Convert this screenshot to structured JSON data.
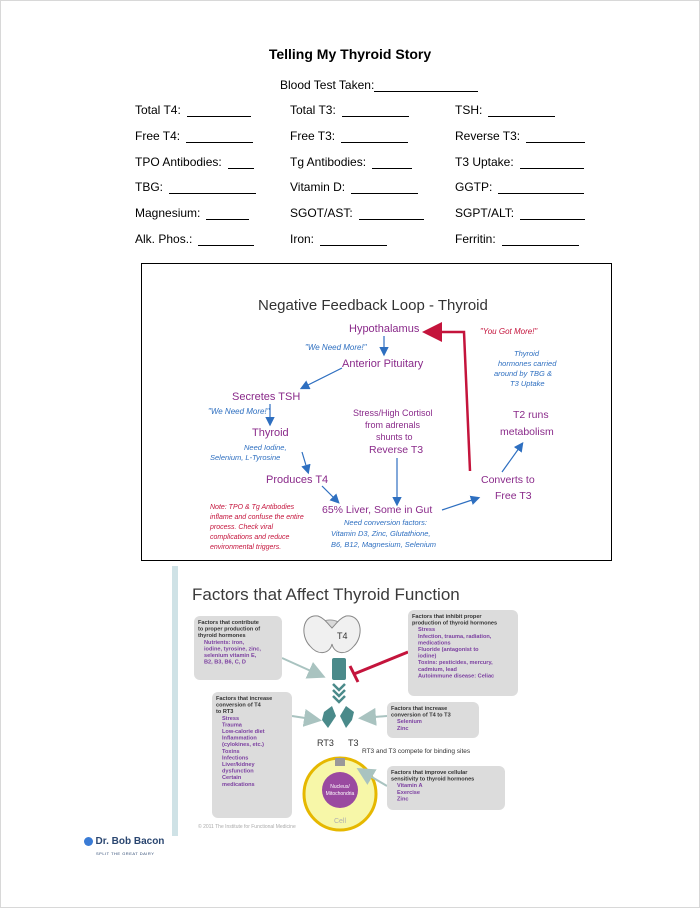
{
  "header": {
    "title": "Telling My Thyroid Story",
    "blood_test_label": "Blood Test Taken:"
  },
  "fields": [
    [
      "Total T4:",
      "Total T3:",
      "TSH:"
    ],
    [
      "Free T4:",
      "Free T3:",
      "Reverse T3:"
    ],
    [
      "TPO Antibodies:",
      "Tg Antibodies:",
      "T3 Uptake:"
    ],
    [
      "TBG:",
      "Vitamin D:",
      "GGTP:"
    ],
    [
      "Magnesium:",
      "SGOT/AST:",
      "SGPT/ALT:"
    ],
    [
      "Alk. Phos.:",
      "Iron:",
      "Ferritin:"
    ]
  ],
  "feedback": {
    "title": "Negative Feedback Loop - Thyroid",
    "hypothalamus": "Hypothalamus",
    "we_need_more_1": "\"We Need More!\"",
    "anterior_pituitary": "Anterior Pituitary",
    "secretes_tsh": "Secretes TSH",
    "we_need_more_2": "\"We Need More!\"",
    "thyroid": "Thyroid",
    "need_iodine": "Need Iodine,",
    "selenium_tyrosine": "Selenium, L-Tyrosine",
    "produces_t4": "Produces T4",
    "stress_line1": "Stress/High Cortisol",
    "stress_line2": "from adrenals",
    "stress_line3": "shunts to",
    "stress_line4": "Reverse T3",
    "you_got_more": "\"You Got More!\"",
    "carried_line1": "Thyroid",
    "carried_line2": "hormones carried",
    "carried_line3": "around by TBG &",
    "carried_line4": "T3 Uptake",
    "t2_line1": "T2 runs",
    "t2_line2": "metabolism",
    "converts_line1": "Converts to",
    "converts_line2": "Free T3",
    "liver": "65% Liver, Some in Gut",
    "conv_line1": "Need conversion factors:",
    "conv_line2": "Vitamin D3, Zinc, Glutathione,",
    "conv_line3": "B6, B12, Magnesium, Selenium",
    "note_line1": "Note:  TPO & Tg Antibodies",
    "note_line2": "inflame and confuse the entire",
    "note_line3": "process. Check viral",
    "note_line4": "complications and reduce",
    "note_line5": "environmental triggers.",
    "colors": {
      "red": "#c4143c",
      "blue": "#2e6fc0",
      "purple": "#8a2a8a"
    }
  },
  "factors": {
    "title": "Factors that Affect Thyroid Function",
    "t4_label": "T4",
    "rt3_label": "RT3",
    "t3_label": "T3",
    "compete_text": "RT3 and T3 compete for binding sites",
    "nucleus_line1": "Nucleus/",
    "nucleus_line2": "Mitochondria",
    "cell_label": "Cell",
    "contribute": {
      "heading": [
        "Factors that contribute",
        "to proper production of",
        "thyroid hormones"
      ],
      "items": [
        "Nutrients:  iron,",
        "iodine, tyrosine, zinc,",
        "selenium vitamin E,",
        "B2, B3, B6, C, D"
      ]
    },
    "inhibit": {
      "heading": [
        "Factors that inhibit proper",
        "production of thyroid hormones"
      ],
      "items": [
        "Stress",
        "Infection, trauma, radiation,",
        "medications",
        "Fluoride (antagonist to",
        "iodine)",
        "Toxins: pesticides, mercury,",
        "cadmium, lead",
        "Autoimmune disease: Celiac"
      ]
    },
    "increase_rt3": {
      "heading": [
        "Factors that increase",
        "conversion of T4",
        "to RT3"
      ],
      "items": [
        "Stress",
        "Trauma",
        "Low-calorie diet",
        "Inflammation",
        "(cylokines, etc.)",
        "Toxins",
        "Infections",
        "Liver/kidney",
        "dysfunction",
        "Certain",
        "medications"
      ]
    },
    "increase_t3": {
      "heading": [
        "Factors that increase",
        "conversion of T4 to T3"
      ],
      "items": [
        "Selenium",
        "Zinc"
      ]
    },
    "sensitivity": {
      "heading": [
        "Factors that improve cellular",
        "sensitivity to thyroid hormones"
      ],
      "items": [
        "Vitamin A",
        "Exercise",
        "Zinc"
      ]
    },
    "copyright": "© 2011 The Institute for Functional Medicine"
  },
  "logo": {
    "name": "Dr. Bob Bacon",
    "tagline": "SPLIT THE GREAT DAIRY"
  }
}
